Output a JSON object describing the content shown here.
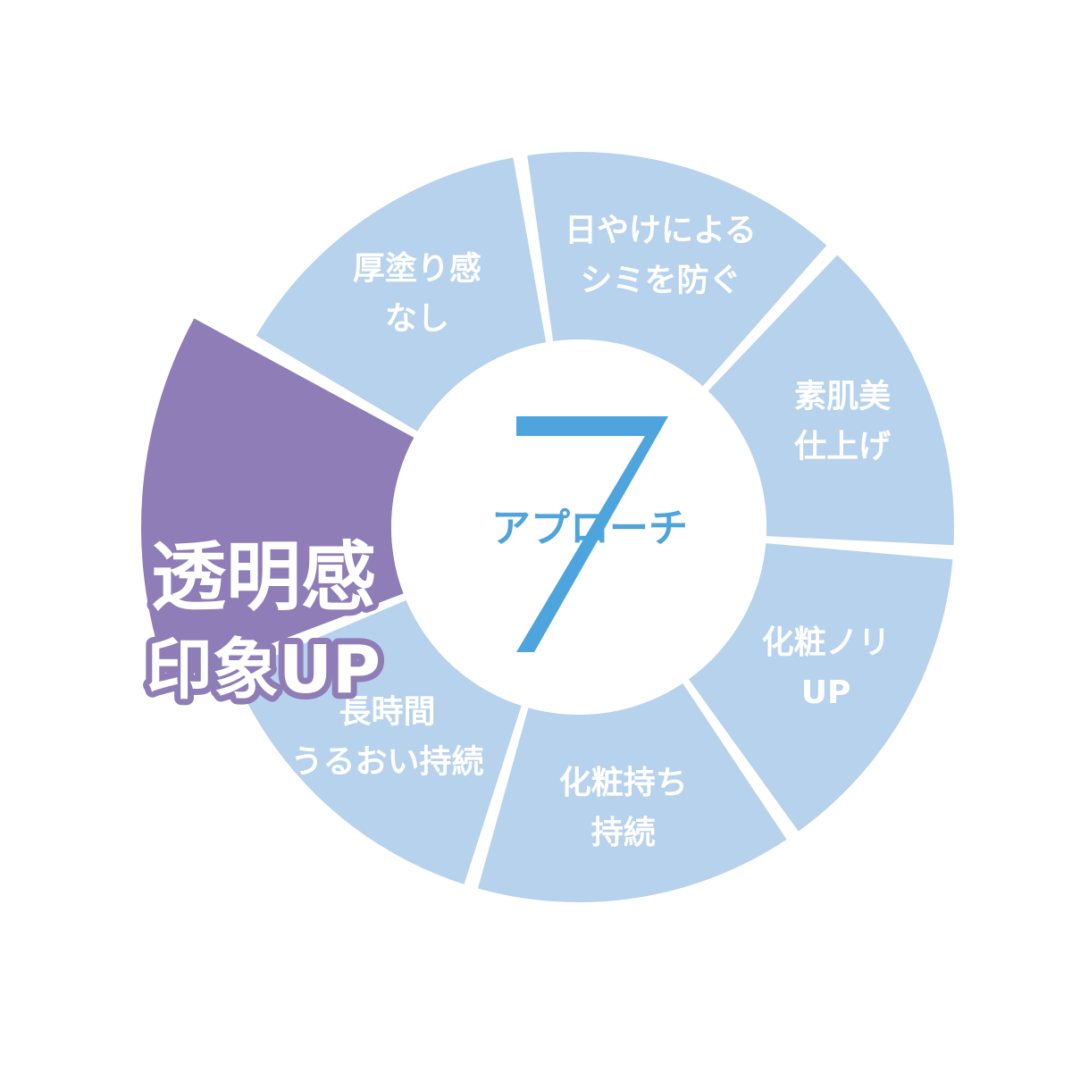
{
  "colors": {
    "segment": "#b7d2ec",
    "highlight": "#8f7db8",
    "accent": "#4ea4dc",
    "gap": "#ffffff",
    "label": "#ffffff"
  },
  "center": {
    "number": "7",
    "label": "アプローチ"
  },
  "segments": [
    {
      "lines": [
        "日やけによる",
        "シミを防ぐ"
      ]
    },
    {
      "lines": [
        "素肌美",
        "仕上げ"
      ]
    },
    {
      "lines": [
        "化粧ノリ",
        "UP"
      ]
    },
    {
      "lines": [
        "化粧持ち",
        "持続"
      ]
    },
    {
      "lines": [
        "長時間",
        "うるおい持続"
      ]
    },
    {
      "lines": [
        "透明感",
        "印象UP"
      ],
      "highlight": true
    },
    {
      "lines": [
        "厚塗り感",
        "なし"
      ]
    }
  ]
}
